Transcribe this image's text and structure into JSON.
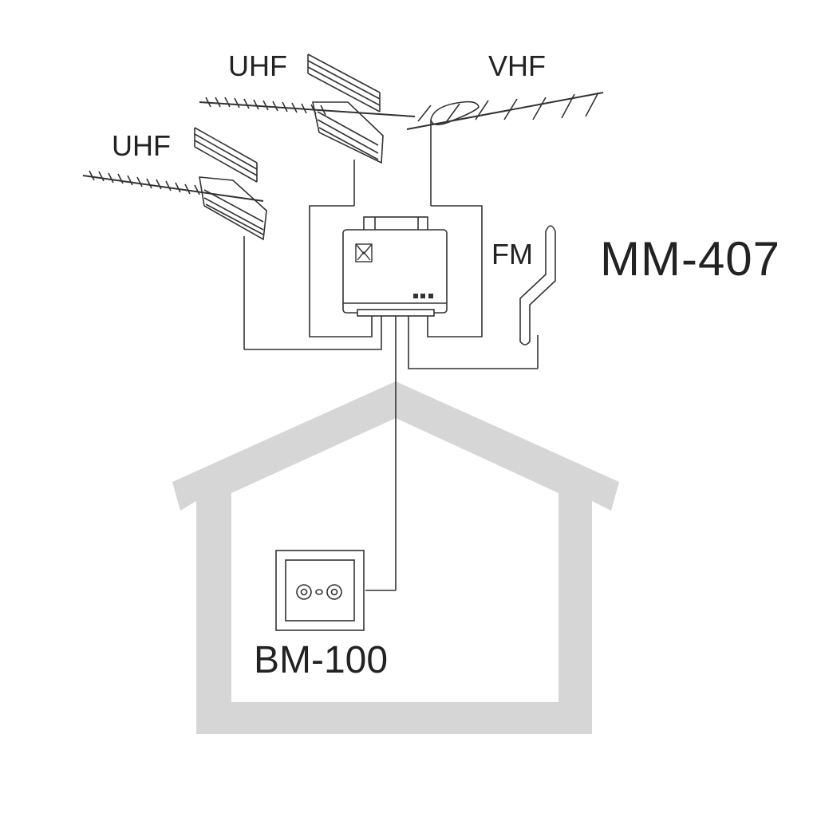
{
  "labels": {
    "uhf_top": "UHF",
    "uhf_left": "UHF",
    "vhf": "VHF",
    "fm": "FM",
    "model": "MM-407",
    "outlet": "BM-100"
  },
  "colors": {
    "line": "#333333",
    "house": "#d6d6d6",
    "background": "#ffffff"
  },
  "icons": {
    "amplifier_logo": "ikusi-logo-icon"
  }
}
